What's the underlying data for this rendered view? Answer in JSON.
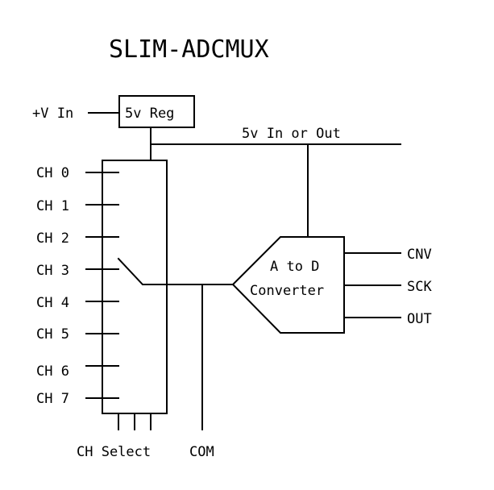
{
  "title": "SLIM-ADCMUX",
  "power": {
    "input_label": "+V In",
    "regulator_label": "5v Reg",
    "rail_label": "5v In or Out"
  },
  "mux": {
    "channels": [
      "CH 0",
      "CH 1",
      "CH 2",
      "CH 3",
      "CH 4",
      "CH 5",
      "CH 6",
      "CH 7"
    ],
    "select_label": "CH Select",
    "com_label": "COM"
  },
  "adc": {
    "label_line1": "A to D",
    "label_line2": "Converter",
    "outputs": [
      "CNV",
      "SCK",
      "OUT"
    ]
  },
  "colors": {
    "line": "#000000",
    "background": "#ffffff"
  }
}
